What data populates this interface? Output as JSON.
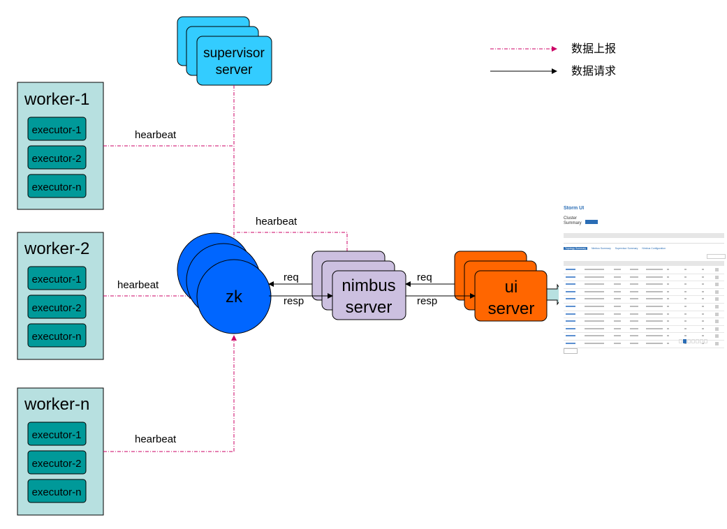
{
  "legend": {
    "report_label": "数据上报",
    "request_label": "数据请求",
    "report_color": "#cc0066",
    "request_color": "#000000"
  },
  "supervisor": {
    "line1": "supervisor",
    "line2": "server",
    "color": "#33ccff"
  },
  "workers": [
    {
      "title": "worker-1",
      "executors": [
        "executor-1",
        "executor-2",
        "executor-n"
      ],
      "heartbeat": "hearbeat"
    },
    {
      "title": "worker-2",
      "executors": [
        "executor-1",
        "executor-2",
        "executor-n"
      ],
      "heartbeat": "hearbeat"
    },
    {
      "title": "worker-n",
      "executors": [
        "executor-1",
        "executor-2",
        "executor-n"
      ],
      "heartbeat": "hearbeat"
    }
  ],
  "worker_colors": {
    "box": "#b7e0e0",
    "executor": "#009999"
  },
  "zk": {
    "label": "zk",
    "color": "#0066ff"
  },
  "nimbus": {
    "line1": "nimbus",
    "line2": "server",
    "color": "#ccc0e0",
    "heartbeat": "hearbeat"
  },
  "ui": {
    "line1": "ui",
    "line2": "server",
    "color": "#ff6600"
  },
  "arrows": {
    "req_left": "req",
    "resp_left": "resp",
    "req_right": "req",
    "resp_right": "resp"
  },
  "storm_ui": {
    "title": "Storm UI",
    "cluster_summary": "Cluster Summary",
    "tabs": [
      "Topology Summary",
      "Nimbus Summary",
      "Supervisor Summary",
      "Nimbus Configuration"
    ]
  }
}
